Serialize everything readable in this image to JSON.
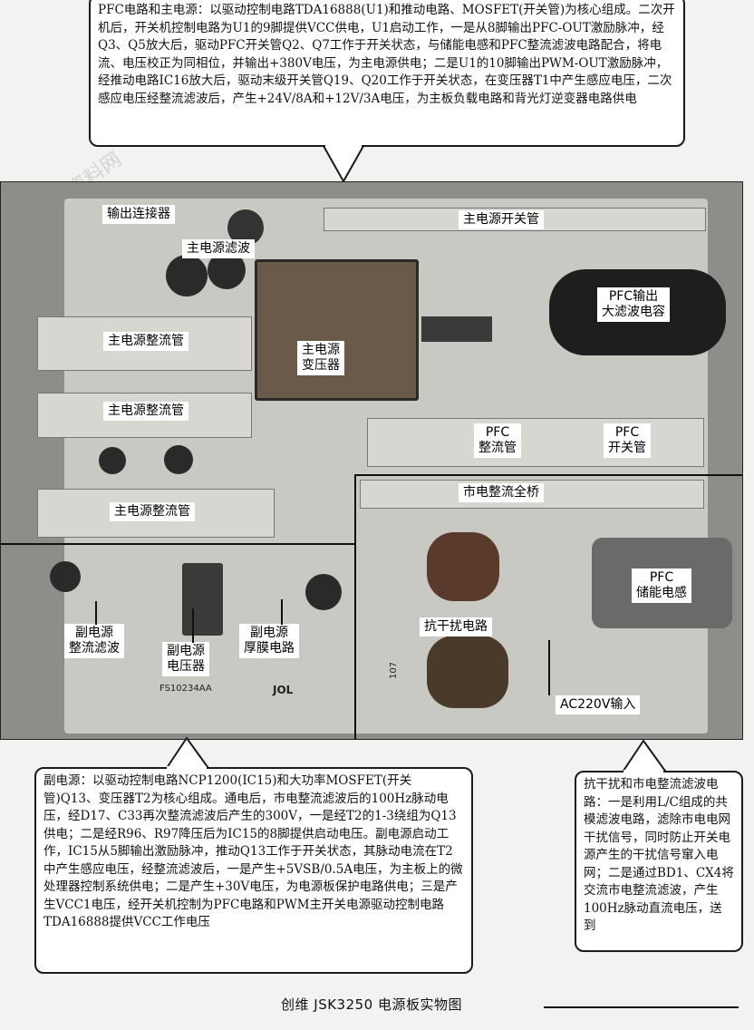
{
  "callouts": {
    "top": "PFC电路和主电源：以驱动控制电路TDA16888(U1)和推动电路、MOSFET(开关管)为核心组成。二次开机后，开关机控制电路为U1的9脚提供VCC供电，U1启动工作，一是从8脚输出PFC-OUT激励脉冲，经Q3、Q5放大后，驱动PFC开关管Q2、Q7工作于开关状态，与储能电感和PFC整流滤波电路配合，将电流、电压校正为同相位，并输出+380V电压，为主电源供电；二是U1的10脚输出PWM-OUT激励脉冲，经推动电路IC16放大后，驱动末级开关管Q19、Q20工作于开关状态，在变压器T1中产生感应电压，二次感应电压经整流滤波后，产生+24V/8A和+12V/3A电压，为主板负载电路和背光灯逆变器电路供电",
    "bottom_left": "副电源：以驱动控制电路NCP1200(IC15)和大功率MOSFET(开关管)Q13、变压器T2为核心组成。通电后，市电整流滤波后的100Hz脉动电压，经D17、C33再次整流滤波后产生的300V，一是经T2的1-3绕组为Q13供电；二是经R96、R97降压后为IC15的8脚提供启动电压。副电源启动工作，IC15从5脚输出激励脉冲，推动Q13工作于开关状态，其脉动电流在T2中产生感应电压，经整流滤波后，一是产生+5VSB/0.5A电压，为主板上的微处理器控制系统供电；二是产生+30V电压，为电源板保护电路供电；三是产生VCC1电压，经开关机控制为PFC电路和PWM主开关电源驱动控制电路TDA16888提供VCC工作电压",
    "bottom_right": "抗干扰和市电整流滤波电路：一是利用L/C组成的共模滤波电路，滤除市电电网干扰信号，同时防止开关电源产生的干扰信号窜入电网；二是通过BD1、CX4将交流市电整流滤波，产生100Hz脉动直流电压，送到"
  },
  "labels": {
    "output_connector": "输出连接器",
    "main_filter": "主电源滤波",
    "main_switch": "主电源开关管",
    "pfc_cap_1": "PFC输出",
    "pfc_cap_2": "大滤波电容",
    "rect1": "主电源整流管",
    "transformer_1": "主电源",
    "transformer_2": "变压器",
    "rect2": "主电源整流管",
    "pfc_rect_1": "PFC",
    "pfc_rect_2": "整流管",
    "pfc_switch_1": "PFC",
    "pfc_switch_2": "开关管",
    "bridge": "市电整流全桥",
    "rect3": "主电源整流管",
    "pfc_inductor_1": "PFC",
    "pfc_inductor_2": "储能电感",
    "aux_filter_1": "副电源",
    "aux_filter_2": "整流滤波",
    "aux_transformer_1": "副电源",
    "aux_transformer_2": "电压器",
    "aux_thickfilm_1": "副电源",
    "aux_thickfilm_2": "厚膜电路",
    "emi": "抗干扰电路",
    "ac_input": "AC220V输入"
  },
  "board_text": {
    "silk1": "FS10234AA",
    "silk2": "107",
    "logo": "JOL"
  },
  "caption": "创维 JSK3250 电源板实物图"
}
